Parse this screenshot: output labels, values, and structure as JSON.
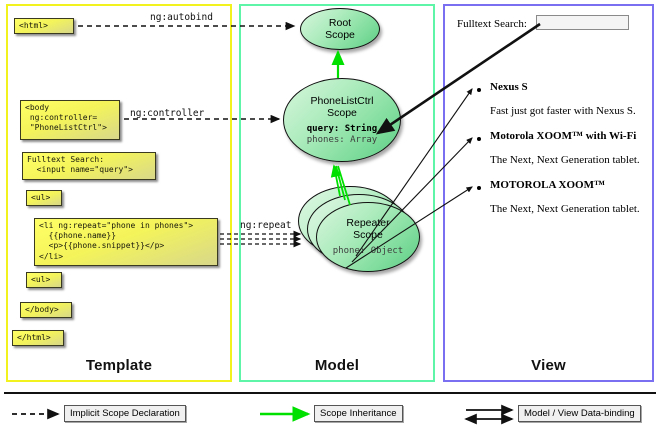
{
  "columns": {
    "template": {
      "label": "Template",
      "border_color": "#f2f21e"
    },
    "model": {
      "label": "Model",
      "border_color": "#5ff5a8"
    },
    "view": {
      "label": "View",
      "border_color": "#7a6ff0"
    }
  },
  "template_code": [
    {
      "id": "html-open",
      "text": "<html>"
    },
    {
      "id": "body-open",
      "text": "<body\n ng:controller=\n \"PhoneListCtrl\">"
    },
    {
      "id": "search",
      "text": "Fulltext Search:\n  <input name=\"query\">"
    },
    {
      "id": "ul-open",
      "text": "<ul>"
    },
    {
      "id": "li-repeat",
      "text": "<li ng:repeat=\"phone in phones\">\n  {{phone.name}}\n  <p>{{phone.snippet}}</p>\n</li>"
    },
    {
      "id": "ul-close",
      "text": "<ul>"
    },
    {
      "id": "body-close",
      "text": "</body>"
    },
    {
      "id": "html-close",
      "text": "</html>"
    }
  ],
  "connectors": [
    {
      "id": "autobind",
      "label": "ng:autobind"
    },
    {
      "id": "controller",
      "label": "ng:controller"
    },
    {
      "id": "repeat",
      "label": "ng:repeat"
    }
  ],
  "scopes": [
    {
      "id": "root",
      "name": "Root\nScope",
      "props": []
    },
    {
      "id": "ctrl",
      "name": "PhoneListCtrl\nScope",
      "props": [
        {
          "text": "query: String",
          "bold": true
        },
        {
          "text": "phones: Array",
          "bold": false
        }
      ]
    },
    {
      "id": "repeater",
      "name": "Repeater\nScope",
      "props": [
        {
          "text": "phone: Object",
          "bold": false
        }
      ]
    }
  ],
  "view": {
    "search_label": "Fulltext Search:",
    "search_value": "",
    "phones": [
      {
        "name": "Nexus S",
        "snippet": "Fast just got faster with Nexus S."
      },
      {
        "name": "Motorola XOOM™  with Wi-Fi",
        "snippet": "The Next, Next Generation tablet."
      },
      {
        "name": "MOTOROLA XOOM™",
        "snippet": "The Next, Next Generation tablet."
      }
    ]
  },
  "legend": [
    {
      "id": "implicit",
      "label": "Implicit Scope Declaration",
      "style": "dashed-arrow",
      "color": "#000000"
    },
    {
      "id": "inheritance",
      "label": "Scope Inheritance",
      "style": "solid-arrow",
      "color": "#00e000"
    },
    {
      "id": "databinding",
      "label": "Model / View Data-binding",
      "style": "double-arrow",
      "color": "#000000"
    }
  ],
  "colors": {
    "code_fill": "#ffff66",
    "scope_fill": "#aeecbe",
    "inheritance": "#00e000",
    "wire": "#111111"
  }
}
